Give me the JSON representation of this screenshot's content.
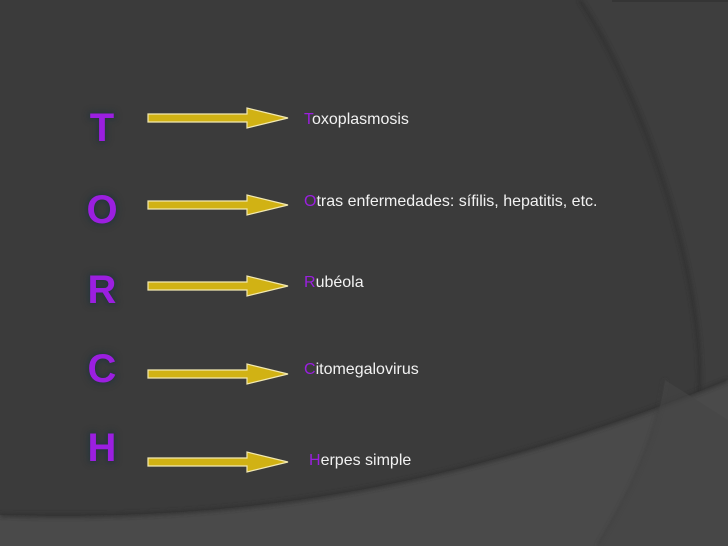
{
  "colors": {
    "background": "#3b3b3b",
    "accent": "#9b1fe0",
    "arrow_fill": "#d1b214",
    "arrow_outline": "#f3e9b0",
    "text": "#f2f2f2"
  },
  "slide": {
    "rows": [
      {
        "letter": "T",
        "first": "T",
        "rest": "oxoplasmosis"
      },
      {
        "letter": "O",
        "first": "O",
        "rest": "tras enfermedades: sífilis, hepatitis, etc."
      },
      {
        "letter": "R",
        "first": "R",
        "rest": "ubéola"
      },
      {
        "letter": "C",
        "first": "C",
        "rest": "itomegalovirus"
      },
      {
        "letter": "H",
        "first": "H",
        "rest": "erpes simple"
      }
    ]
  }
}
